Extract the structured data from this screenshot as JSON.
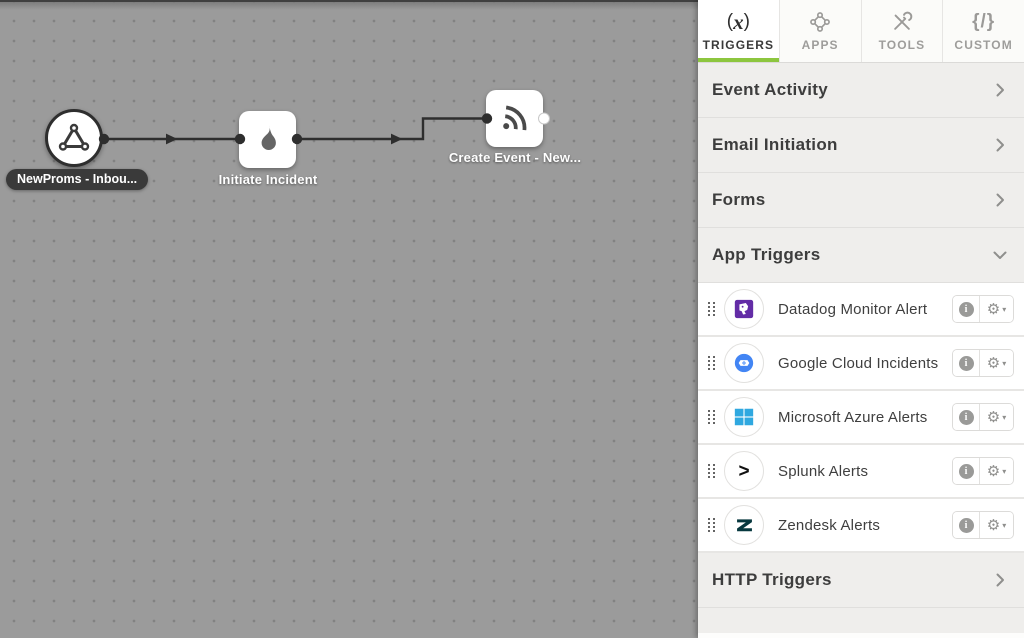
{
  "canvas": {
    "nodes": [
      {
        "label": "NewProms - Inbou...",
        "type": "flow-trigger",
        "icon": "triangle-trigger-icon"
      },
      {
        "label": "Initiate Incident",
        "type": "step",
        "icon": "flame-icon"
      },
      {
        "label": "Create Event - New...",
        "type": "step",
        "icon": "broadcast-icon"
      }
    ]
  },
  "panel": {
    "tabs": [
      {
        "label": "TRIGGERS",
        "icon_glyph_open": "(",
        "icon_glyph_x": "x",
        "icon_glyph_close": ")",
        "active": true
      },
      {
        "label": "APPS",
        "active": false
      },
      {
        "label": "TOOLS",
        "active": false
      },
      {
        "label": "CUSTOM",
        "icon_glyph": "{/}",
        "active": false
      }
    ],
    "sections": {
      "event_activity": {
        "label": "Event Activity",
        "state": "collapsed"
      },
      "email_initiation": {
        "label": "Email Initiation",
        "state": "collapsed"
      },
      "forms": {
        "label": "Forms",
        "state": "collapsed"
      },
      "app_triggers": {
        "label": "App Triggers",
        "state": "expanded"
      },
      "http_triggers": {
        "label": "HTTP Triggers",
        "state": "collapsed"
      }
    },
    "app_triggers_items": [
      {
        "label": "Datadog Monitor Alert",
        "icon": "datadog-icon"
      },
      {
        "label": "Google Cloud Incidents",
        "icon": "google-cloud-icon"
      },
      {
        "label": "Microsoft Azure Alerts",
        "icon": "microsoft-azure-icon"
      },
      {
        "label": "Splunk Alerts",
        "icon": "splunk-icon",
        "glyph": ">"
      },
      {
        "label": "Zendesk Alerts",
        "icon": "zendesk-icon"
      }
    ],
    "row_buttons": {
      "info_glyph": "i",
      "gear_glyph": "⚙",
      "caret_glyph": "▾"
    }
  },
  "colors": {
    "accent_green": "#8dc63f",
    "canvas_bg": "#9b9b9b",
    "panel_bg": "#efeeec",
    "node_dark": "#2e2e2e",
    "datadog_purple": "#632ca6",
    "google_blue": "#4285f4",
    "azure_blue": "#2fa8e0",
    "zendesk_teal": "#07383f"
  }
}
